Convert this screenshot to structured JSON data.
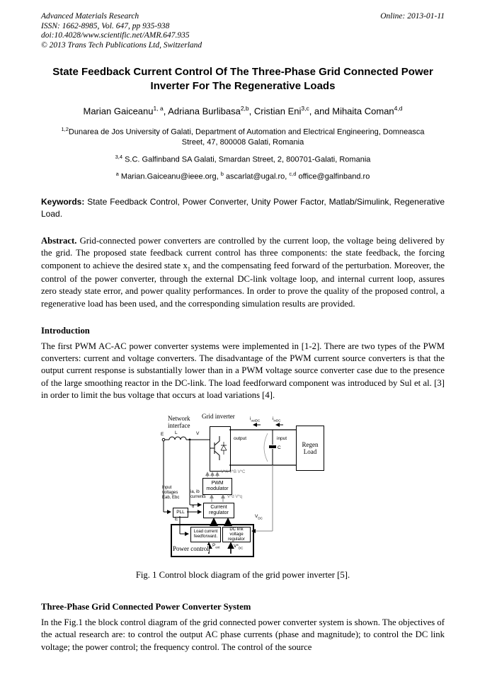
{
  "header": {
    "journal": "Advanced Materials Research",
    "issn_line": "ISSN: 1662-8985, Vol. 647, pp 935-938",
    "doi_line": "doi:10.4028/www.scientific.net/AMR.647.935",
    "copyright_line": "© 2013 Trans Tech Publications Ltd, Switzerland",
    "online_date": "Online: 2013-01-11"
  },
  "title": "State Feedback Current Control Of The Three-Phase Grid Connected Power Inverter For The Regenerative Loads",
  "authors": {
    "n1": "Marian Gaiceanu",
    "s1": "1, a",
    "sep1": ", ",
    "n2": "Adriana Burlibasa",
    "s2": "2,b",
    "sep2": ", ",
    "n3": "Cristian Eni",
    "s3": "3,c",
    "sep3": ", and ",
    "n4": "Mihaita Coman",
    "s4": "4,d"
  },
  "affiliations": {
    "a1_sup": "1,2",
    "a1_text": "Dunarea de Jos University of Galati, Department of Automation and Electrical Engineering, Domneasca Street, 47, 800008 Galati, Romania",
    "a2_sup": "3,4",
    "a2_text": " S.C. Galfinband SA Galati, Smardan Street, 2, 800701-Galati, Romania",
    "e1_sup": "a",
    "e1_text": " Marian.Gaiceanu@ieee.org, ",
    "e2_sup": "b",
    "e2_text": " ascarlat@ugal.ro, ",
    "e3_sup": "c,d",
    "e3_text": " office@galfinband.ro"
  },
  "keywords": {
    "label": "Keywords:",
    "text": " State Feedback Control, Power Converter, Unity Power Factor, Matlab/Simulink, Regenerative Load."
  },
  "abstract": {
    "label": "Abstract.",
    "p1": " Grid-connected power converters are controlled by the current loop, the voltage being delivered by the grid. The proposed state feedback current control has three components: the state feedback, the forcing component to achieve the desired state x",
    "sub": "1",
    "p2": " and the compensating feed forward of the perturbation. Moreover, the control of the power converter, through the external DC-link voltage loop, and internal current loop, assures zero steady state error, and power quality performances. In order to prove the quality of the proposed control, a regenerative load has been used, and the corresponding simulation results are provided."
  },
  "intro": {
    "heading": "Introduction",
    "text": "The first PWM AC-AC power converter systems were implemented in [1-2]. There are two types of the PWM converters: current and voltage converters. The disadvantage of the PWM current source converters is that the output current response is substantially lower than in a PWM voltage source converter case due to the presence of the large smoothing reactor in the DC-link. The load feedforward component was introduced by Sul et al. [3] in order to limit the bus voltage that occurs at load variations [4]."
  },
  "figure": {
    "caption": "Fig. 1 Control block diagram of the grid power inverter [5].",
    "labels": {
      "network_interface": "Network\ninterface",
      "grid_inverter": "Grid inverter",
      "e_source": "E",
      "l_inductor": "L",
      "v_node": "V",
      "output": "output",
      "input": "input",
      "c_cap": "C",
      "regen_load": "Regen\nLoad",
      "pwm_modulator": "PWM\nmodulator",
      "vstar_abc": "V*A V*B V*C",
      "vstar_dq": "V*d  V*q",
      "ia_ib": "ia, ib\ncurrents",
      "input_voltages": "Input\nvoltages\nEab, Ebc",
      "pll": "PLL",
      "theta": "θ",
      "e_mid": "E",
      "current_regulator": "Current\nregulator",
      "load_current_ff": "Load current\nfeedforward.",
      "dc_link_reg": "DC link voltage\nregulator",
      "power_control": "Power control",
      "i_main": "i",
      "i_outdc_sub": "outDC",
      "i_indc_sub": "inDC",
      "v_main": "V",
      "vdc_sub": "DC",
      "p_main": "P",
      "pext_sub": "ext",
      "vstar_main": "V*",
      "vstardc_sub": "DC"
    }
  },
  "section2": {
    "heading": "Three-Phase Grid Connected Power Converter System",
    "text": "In the Fig.1 the block control diagram of the grid connected power converter system is shown. The objectives of the actual research are: to control the output AC phase currents (phase and magnitude); to control the DC link voltage; the power control; the frequency control. The control of the source"
  }
}
